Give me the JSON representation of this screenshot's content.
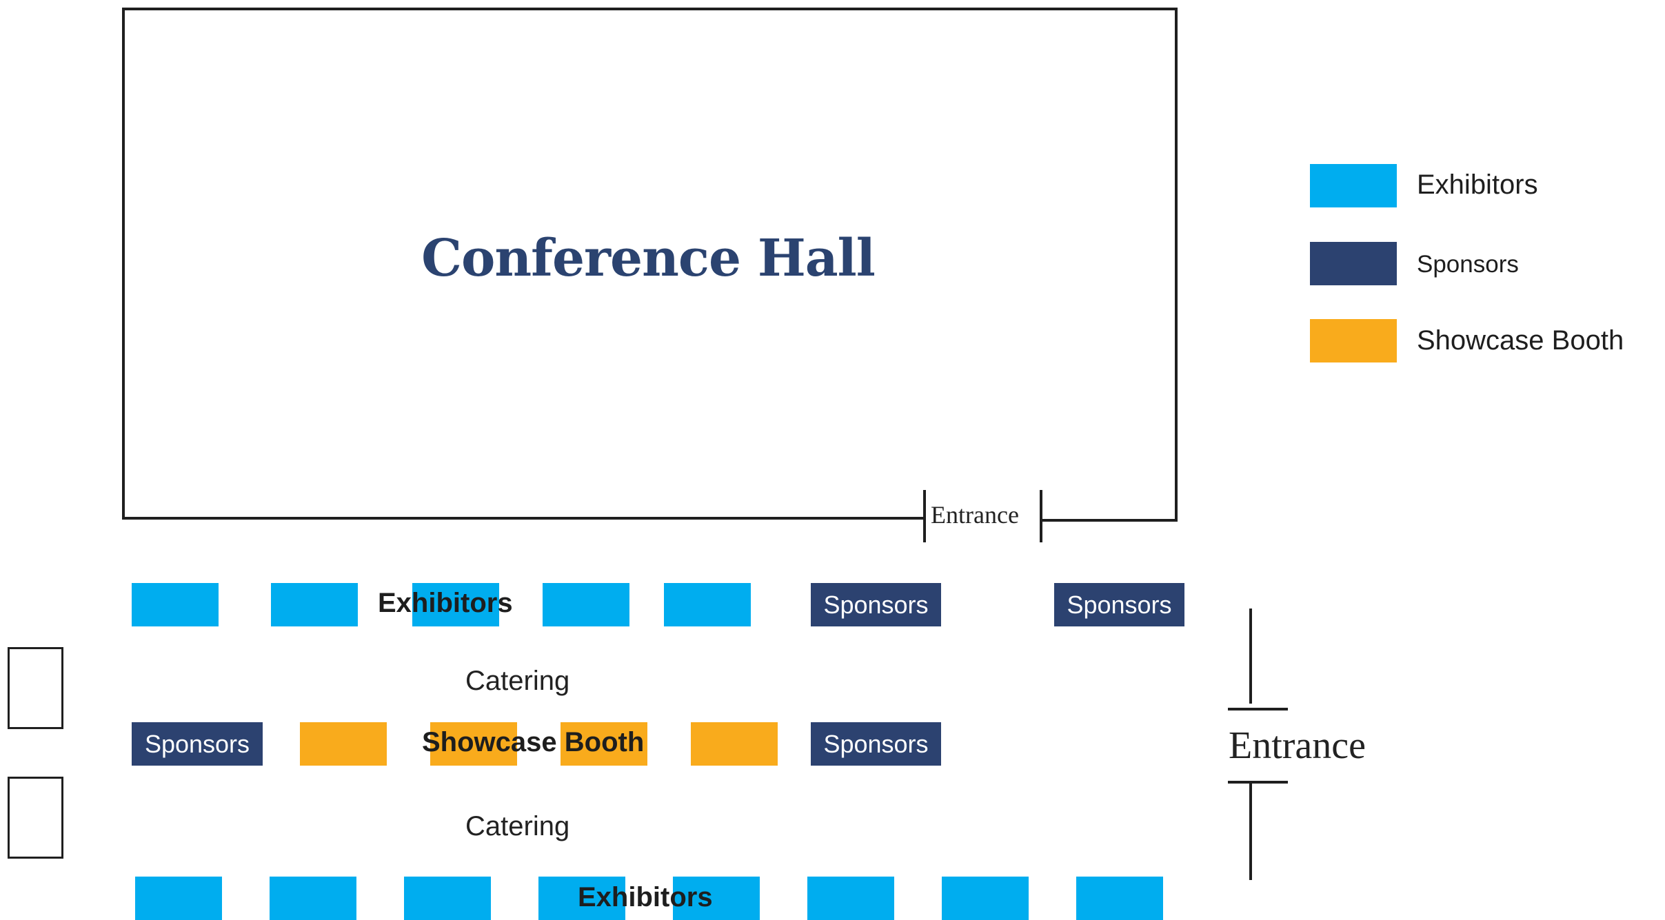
{
  "hall": {
    "title": "Conference Hall",
    "entrance_label": "Entrance"
  },
  "side_entrance": {
    "label": "Entrance"
  },
  "rows": {
    "top": {
      "label": "Exhibitors",
      "sponsor_1": "Sponsors",
      "sponsor_2": "Sponsors"
    },
    "catering_1": "Catering",
    "middle": {
      "label": "Showcase Booth",
      "sponsor_left": "Sponsors",
      "sponsor_right": "Sponsors"
    },
    "catering_2": "Catering",
    "bottom": {
      "label": "Exhibitors"
    }
  },
  "legend": {
    "items": [
      {
        "label": "Exhibitors",
        "color": "#00adef"
      },
      {
        "label": "Sponsors",
        "color": "#2c4270"
      },
      {
        "label": "Showcase Booth",
        "color": "#f9ab1c"
      }
    ]
  },
  "colors": {
    "exhibitors": "#00adef",
    "sponsors": "#2c4270",
    "showcase": "#f9ab1c",
    "title": "#2b4370"
  }
}
